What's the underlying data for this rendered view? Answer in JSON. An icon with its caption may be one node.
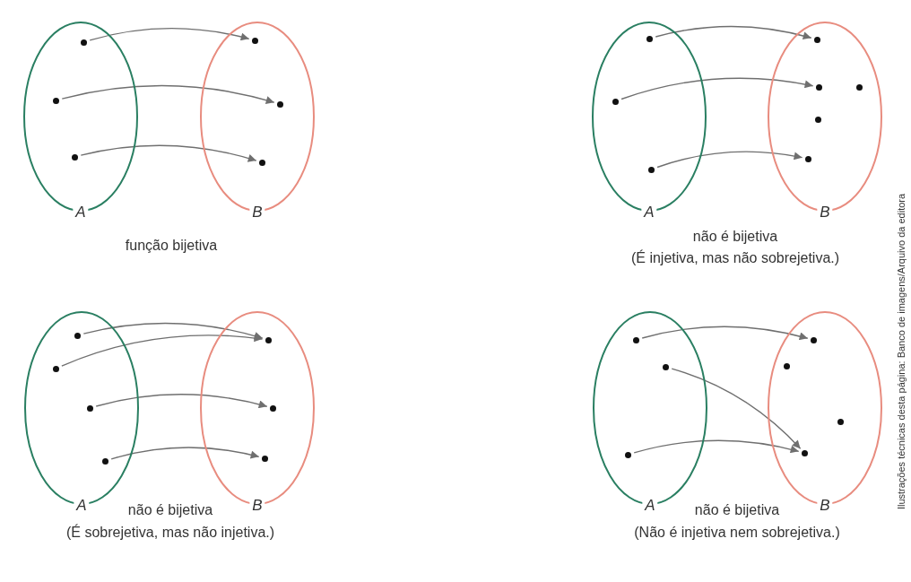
{
  "diagram": {
    "nodes": [
      {
        "text": [
          "A"
        ]
      },
      {
        "text": [],
        "shape": "circle",
        "in": 0
      },
      {
        "text": [],
        "shape": "circle",
        "in": 0
      },
      {
        "text": [],
        "shape": "circle",
        "in": 0
      },
      {
        "text": [
          "B"
        ]
      },
      {
        "text": [],
        "shape": "circle",
        "in": 4
      },
      {
        "text": [],
        "shape": "circle",
        "in": 4
      },
      {
        "text": [],
        "shape": "circle",
        "in": 4
      },
      {
        "text": [
          "A"
        ]
      },
      {
        "text": [],
        "shape": "circle",
        "in": 8
      },
      {
        "text": [],
        "shape": "circle",
        "in": 8
      },
      {
        "text": [],
        "shape": "circle",
        "in": 8
      },
      {
        "text": [
          "B"
        ]
      },
      {
        "text": [],
        "shape": "circle",
        "in": 12
      },
      {
        "text": [],
        "shape": "circle",
        "in": 12
      },
      {
        "text": [],
        "shape": "circle",
        "in": 12
      },
      {
        "text": [],
        "shape": "circle",
        "in": 12
      },
      {
        "text": [],
        "shape": "circle",
        "in": 12
      },
      {
        "text": [
          "A"
        ]
      },
      {
        "text": [],
        "shape": "circle",
        "in": 18
      },
      {
        "text": [],
        "shape": "circle",
        "in": 18
      },
      {
        "text": [],
        "shape": "circle",
        "in": 18
      },
      {
        "text": [],
        "shape": "circle",
        "in": 18
      },
      {
        "text": [
          "B"
        ]
      },
      {
        "text": [],
        "shape": "circle",
        "in": 23
      },
      {
        "text": [],
        "shape": "circle",
        "in": 23
      },
      {
        "text": [],
        "shape": "circle",
        "in": 23
      },
      {
        "text": [
          "A"
        ]
      },
      {
        "text": [],
        "shape": "circle",
        "in": 27
      },
      {
        "text": [],
        "shape": "circle",
        "in": 27
      },
      {
        "text": [],
        "shape": "circle",
        "in": 27
      },
      {
        "text": [
          "B"
        ]
      },
      {
        "text": [],
        "shape": "circle",
        "in": 31
      },
      {
        "text": [],
        "shape": "circle",
        "in": 31
      },
      {
        "text": [],
        "shape": "circle",
        "in": 31
      },
      {
        "text": [],
        "shape": "circle",
        "in": 31
      }
    ],
    "edges": [
      {
        "from": 1,
        "to": 5,
        "arrow": "to"
      },
      {
        "from": 2,
        "to": 6,
        "arrow": "to"
      },
      {
        "from": 3,
        "to": 7,
        "arrow": "to"
      },
      {
        "from": 9,
        "to": 13,
        "arrow": "to"
      },
      {
        "from": 10,
        "to": 14,
        "arrow": "to"
      },
      {
        "from": 11,
        "to": 17,
        "arrow": "to"
      },
      {
        "from": 19,
        "to": 24,
        "arrow": "to"
      },
      {
        "from": 20,
        "to": 24,
        "arrow": "to"
      },
      {
        "from": 21,
        "to": 25,
        "arrow": "to"
      },
      {
        "from": 22,
        "to": 26,
        "arrow": "to"
      },
      {
        "from": 28,
        "to": 32,
        "arrow": "to"
      },
      {
        "from": 29,
        "to": 35,
        "arrow": "to"
      },
      {
        "from": 30,
        "to": 35,
        "arrow": "to"
      }
    ],
    "labels": [
      "função bijetiva",
      "não é bijetiva",
      "(É injetiva, mas não sobrejetiva.)",
      "não é bijetiva",
      "(É sobrejetiva, mas não injetiva.)",
      "não é bijetiva",
      "(Não é injetiva nem sobrejetiva.)",
      "Ilustrações técnicas desta página: Banco de imagens/Arquivo da editora"
    ]
  }
}
